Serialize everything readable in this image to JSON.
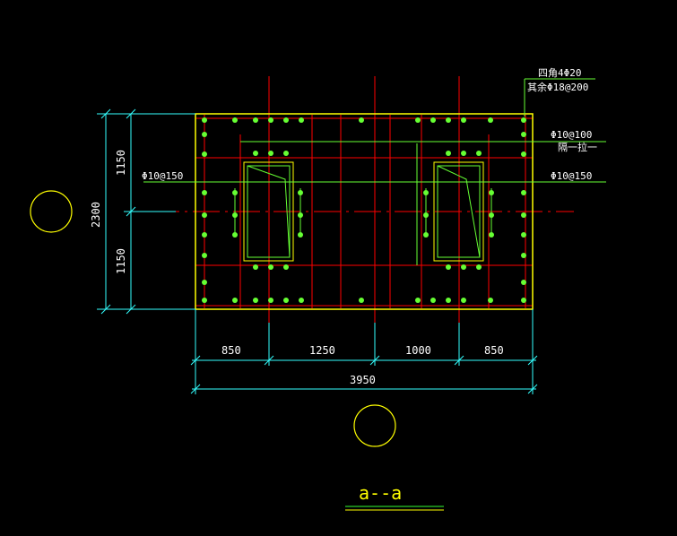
{
  "drawing": {
    "title": "a--a",
    "dims": {
      "width_total": "3950",
      "seg1": "850",
      "seg2": "1250",
      "seg3": "1000",
      "seg4": "850",
      "height_total": "2300",
      "height_upper": "1150",
      "height_lower": "1150"
    },
    "labels": {
      "corner_bars": "四角4Φ20",
      "other_bars": "其余Φ18@200",
      "stirrup_100": "Φ10@100",
      "stirrup_note": "隔一拉一",
      "stirrup_150_right": "Φ10@150",
      "stirrup_150_left": "Φ10@150"
    },
    "colors": {
      "background": "#000000",
      "outline": "#ffff00",
      "rebar_line": "#ff0000",
      "rebar_dot": "#66ff33",
      "dimension": "#33ffff",
      "text": "#ffffff",
      "leader": "#33ff33"
    }
  }
}
